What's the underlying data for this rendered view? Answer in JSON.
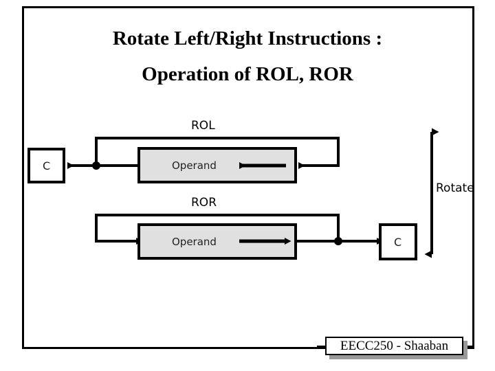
{
  "slide": {
    "title_line1": "Rotate Left/Right Instructions :",
    "title_line2": "Operation of  ROL, ROR",
    "background_color": "#ffffff",
    "frame_color": "#000000"
  },
  "diagram": {
    "rol": {
      "label": "ROL",
      "carry_box_label": "C",
      "operand_box_label": "Operand",
      "operand_fill": "#e0e0e0",
      "direction": "left"
    },
    "ror": {
      "label": "ROR",
      "carry_box_label": "C",
      "operand_box_label": "Operand",
      "operand_fill": "#e0e0e0",
      "direction": "right"
    },
    "rotate_axis_label": "Rotate"
  },
  "footer": {
    "text": "EECC250 - Shaaban"
  }
}
